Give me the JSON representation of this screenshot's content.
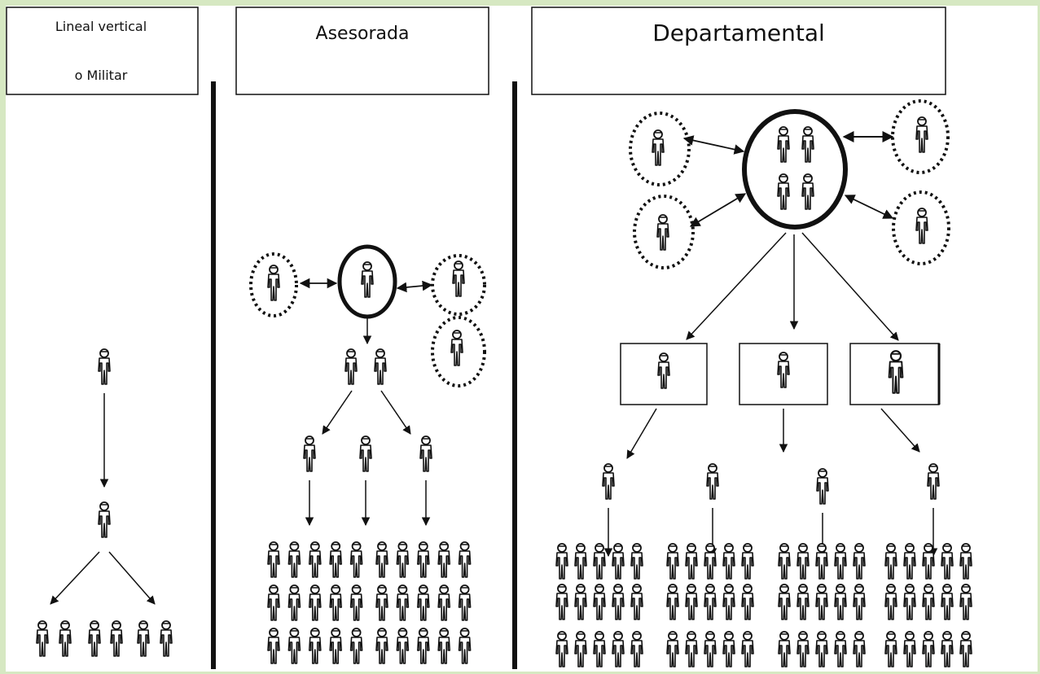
{
  "panels": [
    {
      "id": "lineal",
      "title_lines": [
        "Lineal vertical",
        "o Militar"
      ]
    },
    {
      "id": "asesorada",
      "title_lines": [
        "Asesorada"
      ]
    },
    {
      "id": "departamental",
      "title_lines": [
        "Departamental"
      ]
    }
  ],
  "colors": {
    "page_border": "#d6e8c2",
    "ink": "#111111",
    "background": "#ffffff"
  },
  "icons": {
    "person": "person-icon"
  }
}
